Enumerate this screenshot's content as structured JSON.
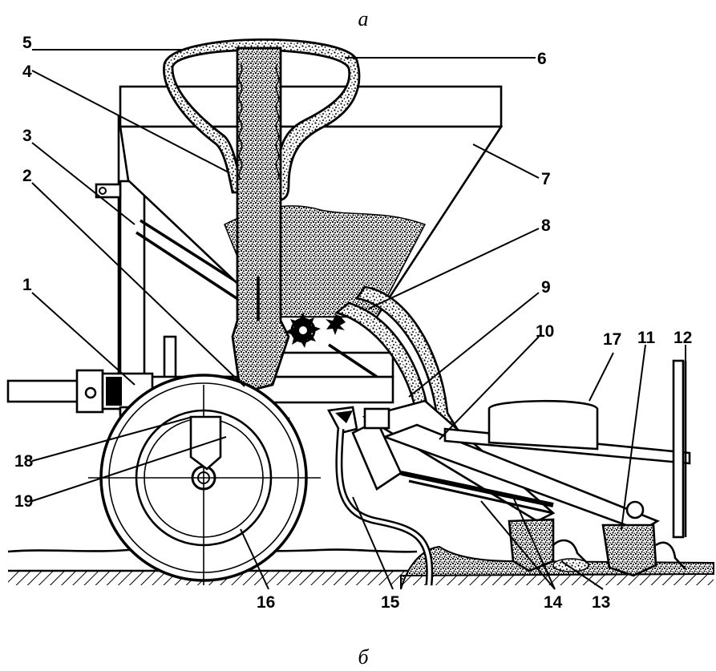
{
  "captions": {
    "top": "а",
    "bottom": "б"
  },
  "labels": {
    "l1": "1",
    "l2": "2",
    "l3": "3",
    "l4": "4",
    "l5": "5",
    "l6": "6",
    "l7": "7",
    "l8": "8",
    "l9": "9",
    "l10": "10",
    "l11": "11",
    "l12": "12",
    "l13": "13",
    "l14": "14",
    "l15": "15",
    "l16": "16",
    "l17": "17",
    "l18": "18",
    "l19": "19"
  }
}
